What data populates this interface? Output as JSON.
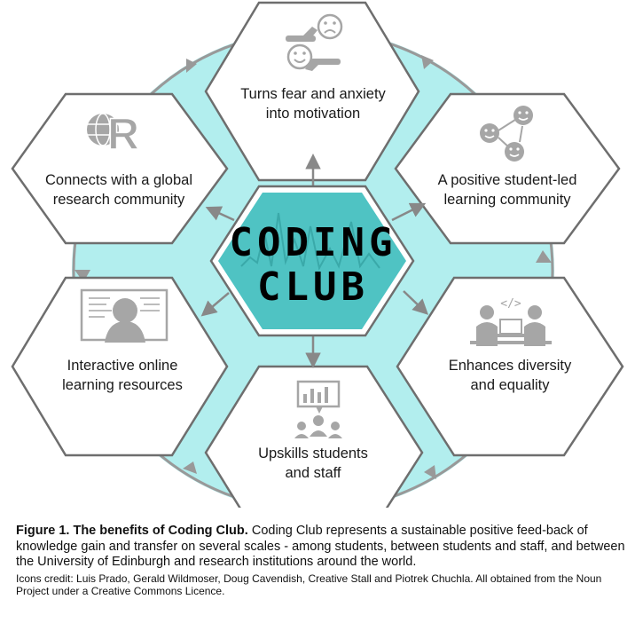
{
  "colors": {
    "teal_light": "#b2eeee",
    "teal_center": "#4fc3c3",
    "hex_border": "#6e6e6e",
    "ring": "#999999",
    "icon_gray": "#a6a6a6"
  },
  "center": {
    "line1": "CODING",
    "line2": "CLUB"
  },
  "hexagons": [
    {
      "id": "top",
      "icon": "scales-fear-to-happy-icon",
      "line1": "Turns fear and anxiety",
      "line2": "into motivation"
    },
    {
      "id": "upper-right",
      "icon": "connected-smiley-faces-icon",
      "line1": "A positive student-led",
      "line2": "learning community"
    },
    {
      "id": "lower-right",
      "icon": "people-around-laptop-icon",
      "line1": "Enhances diversity",
      "line2": "and equality"
    },
    {
      "id": "bottom",
      "icon": "presenter-with-chart-icon",
      "line1": "Upskills students",
      "line2": "and staff"
    },
    {
      "id": "lower-left",
      "icon": "person-at-computer-icon",
      "line1": "Interactive online",
      "line2": "learning resources"
    },
    {
      "id": "upper-left",
      "icon": "r-globe-icon",
      "line1": "Connects with a global",
      "line2": "research community"
    }
  ],
  "caption": {
    "title": "Figure 1. The benefits of Coding Club.",
    "body": " Coding Club represents a sustainable positive feed-back of knowledge gain and transfer on several scales - among students, between students and staff, and between the University of Edinburgh and research institutions around the world.",
    "credit": "Icons credit: Luis Prado, Gerald Wildmoser, Doug Cavendish, Creative Stall and Piotrek Chuchla. All obtained from the Noun Project under a Creative Commons Licence."
  }
}
